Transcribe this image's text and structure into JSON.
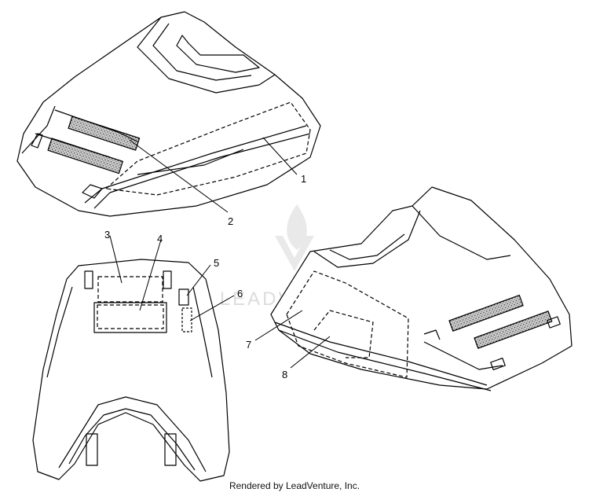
{
  "callouts": {
    "c1": "1",
    "c2": "2",
    "c3": "3",
    "c4": "4",
    "c5": "5",
    "c6": "6",
    "c7": "7",
    "c8": "8"
  },
  "watermark": {
    "text": "LEADVENTURE"
  },
  "footer": {
    "credit": "Rendered by LeadVenture, Inc."
  }
}
